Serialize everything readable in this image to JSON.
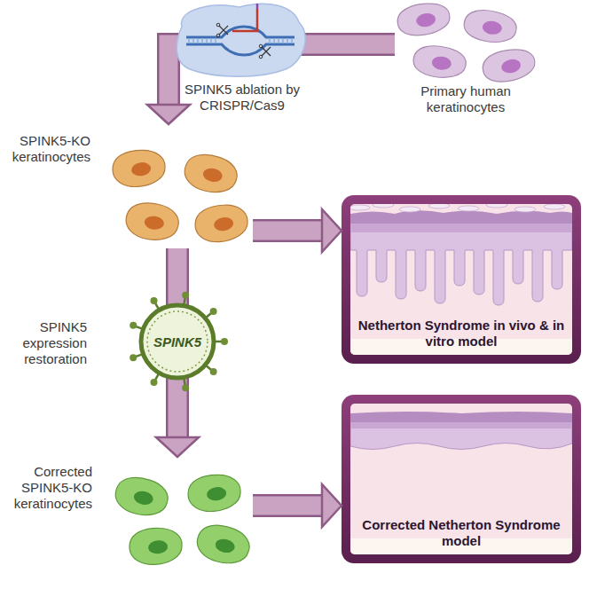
{
  "diagram": {
    "nodes": [
      {
        "text": [
          "Primary human keratinocytes"
        ]
      },
      {
        "text": [
          "SPINK5-KO keratinocytes"
        ]
      },
      {
        "text": [
          "Netherton Syndrome in vivo & in vitro model"
        ]
      },
      {
        "text": [
          "SPINK5"
        ]
      },
      {
        "text": [
          "Corrected SPINK5-KO keratinocytes"
        ]
      },
      {
        "text": [
          "Corrected Netherton Syndrome model"
        ]
      }
    ],
    "edges": [
      {
        "from": 0,
        "to": 1,
        "arrow": "to"
      },
      {
        "from": 1,
        "to": 2,
        "arrow": "to"
      },
      {
        "from": 1,
        "to": 3,
        "arrow": "none"
      },
      {
        "from": 3,
        "to": 4,
        "arrow": "to"
      },
      {
        "from": 4,
        "to": 5,
        "arrow": "to"
      }
    ],
    "labels": [
      "SPINK5 ablation by CRISPR/Cas9",
      "SPINK5 expression restoration"
    ]
  }
}
